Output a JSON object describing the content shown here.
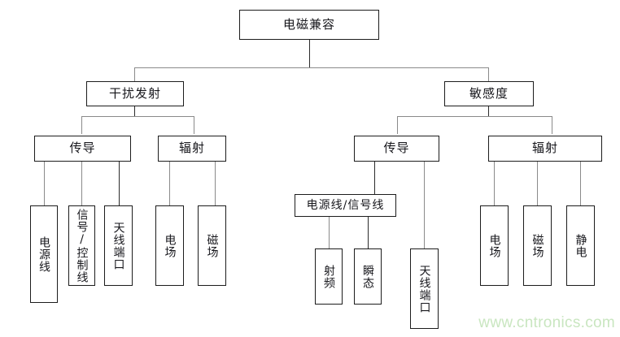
{
  "diagram": {
    "type": "tree",
    "title": "电磁兼容",
    "watermark": "www.cntronics.com",
    "watermark_color": "#c9e6c0",
    "line_color": "#8a8a8a",
    "box_border_color": "#1c1c1c",
    "background": "#ffffff",
    "nodes": {
      "root": "电磁兼容",
      "emission": "干扰发射",
      "susceptibility": "敏感度",
      "emission_conducted": "传导",
      "emission_radiated": "辐射",
      "susceptibility_conducted": "传导",
      "susceptibility_radiated": "辐射",
      "emission_conducted_power_line": "电源线",
      "emission_conducted_signal_control_line": "信号/控制线",
      "emission_conducted_antenna_port": "天线端口",
      "emission_radiated_efield": "电场",
      "emission_radiated_hfield": "磁场",
      "susceptibility_power_signal_line": "电源线/信号线",
      "susceptibility_rf": "射频",
      "susceptibility_transient": "瞬态",
      "susceptibility_antenna_port": "天线端口",
      "susceptibility_radiated_efield": "电场",
      "susceptibility_radiated_hfield": "磁场",
      "susceptibility_radiated_esd": "静电"
    }
  }
}
